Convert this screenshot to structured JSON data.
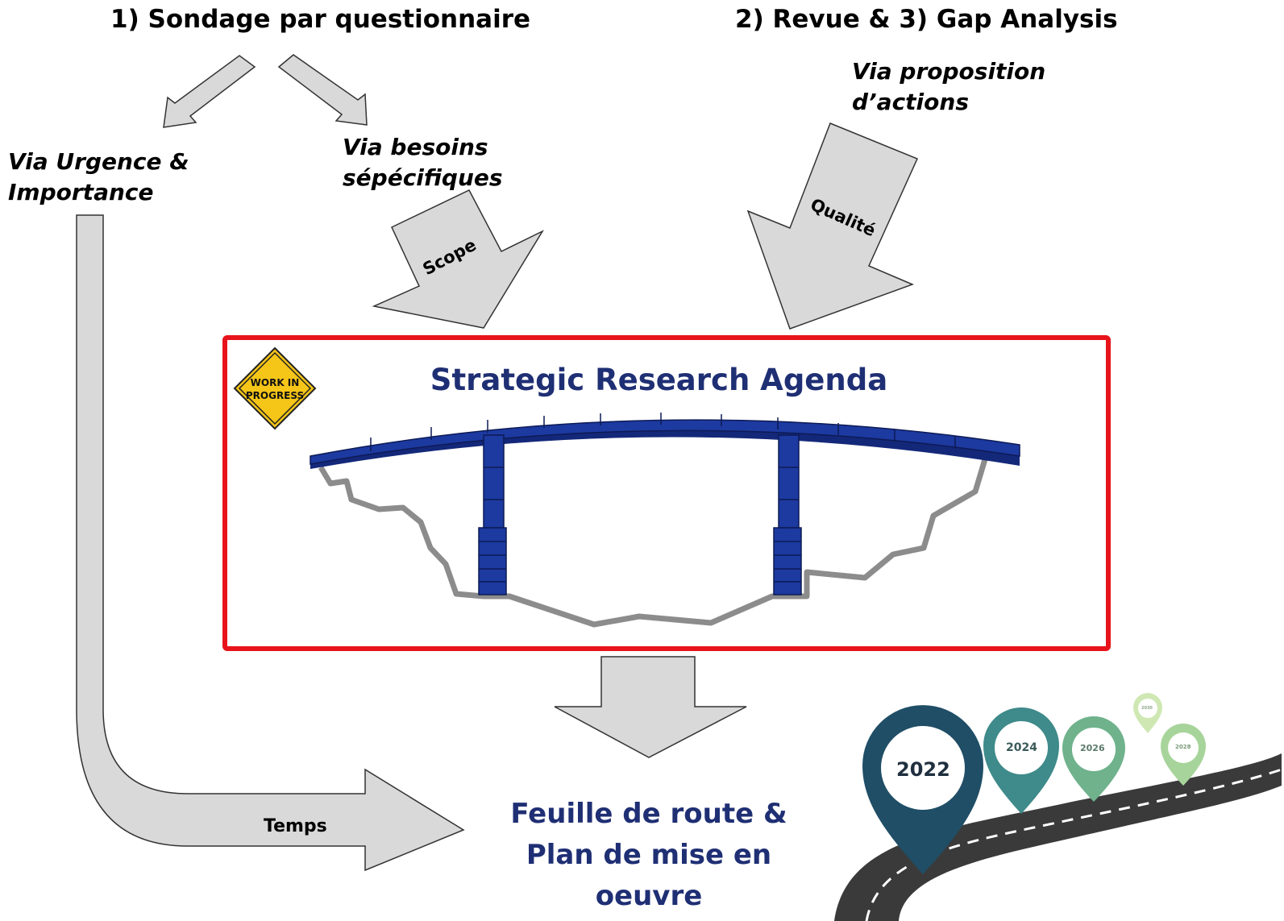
{
  "headings": {
    "step1": "1) Sondage par questionnaire",
    "step2": "2) Revue & 3) Gap Analysis"
  },
  "inputs": {
    "urgence": "Via Urgence & Importance",
    "besoins": "Via besoins sépécifiques",
    "proposition": "Via proposition d’actions"
  },
  "arrows": {
    "scope": "Scope",
    "qualite": "Qualité",
    "temps": "Temps"
  },
  "agenda": {
    "title": "Strategic Research Agenda",
    "sign_line1": "WORK IN",
    "sign_line2": "PROGRESS"
  },
  "output": {
    "roadmap": "Feuille de route & Plan de mise en oeuvre"
  },
  "timeline": {
    "years": [
      "2022",
      "2024",
      "2026",
      "2028",
      "2030"
    ]
  },
  "colors": {
    "arrow_fill": "#d9d9d9",
    "frame": "#e8141b",
    "bridge": "#1c3aa0",
    "title": "#1f2f74",
    "ground": "#8c8c8c",
    "sign": "#f5c518"
  }
}
